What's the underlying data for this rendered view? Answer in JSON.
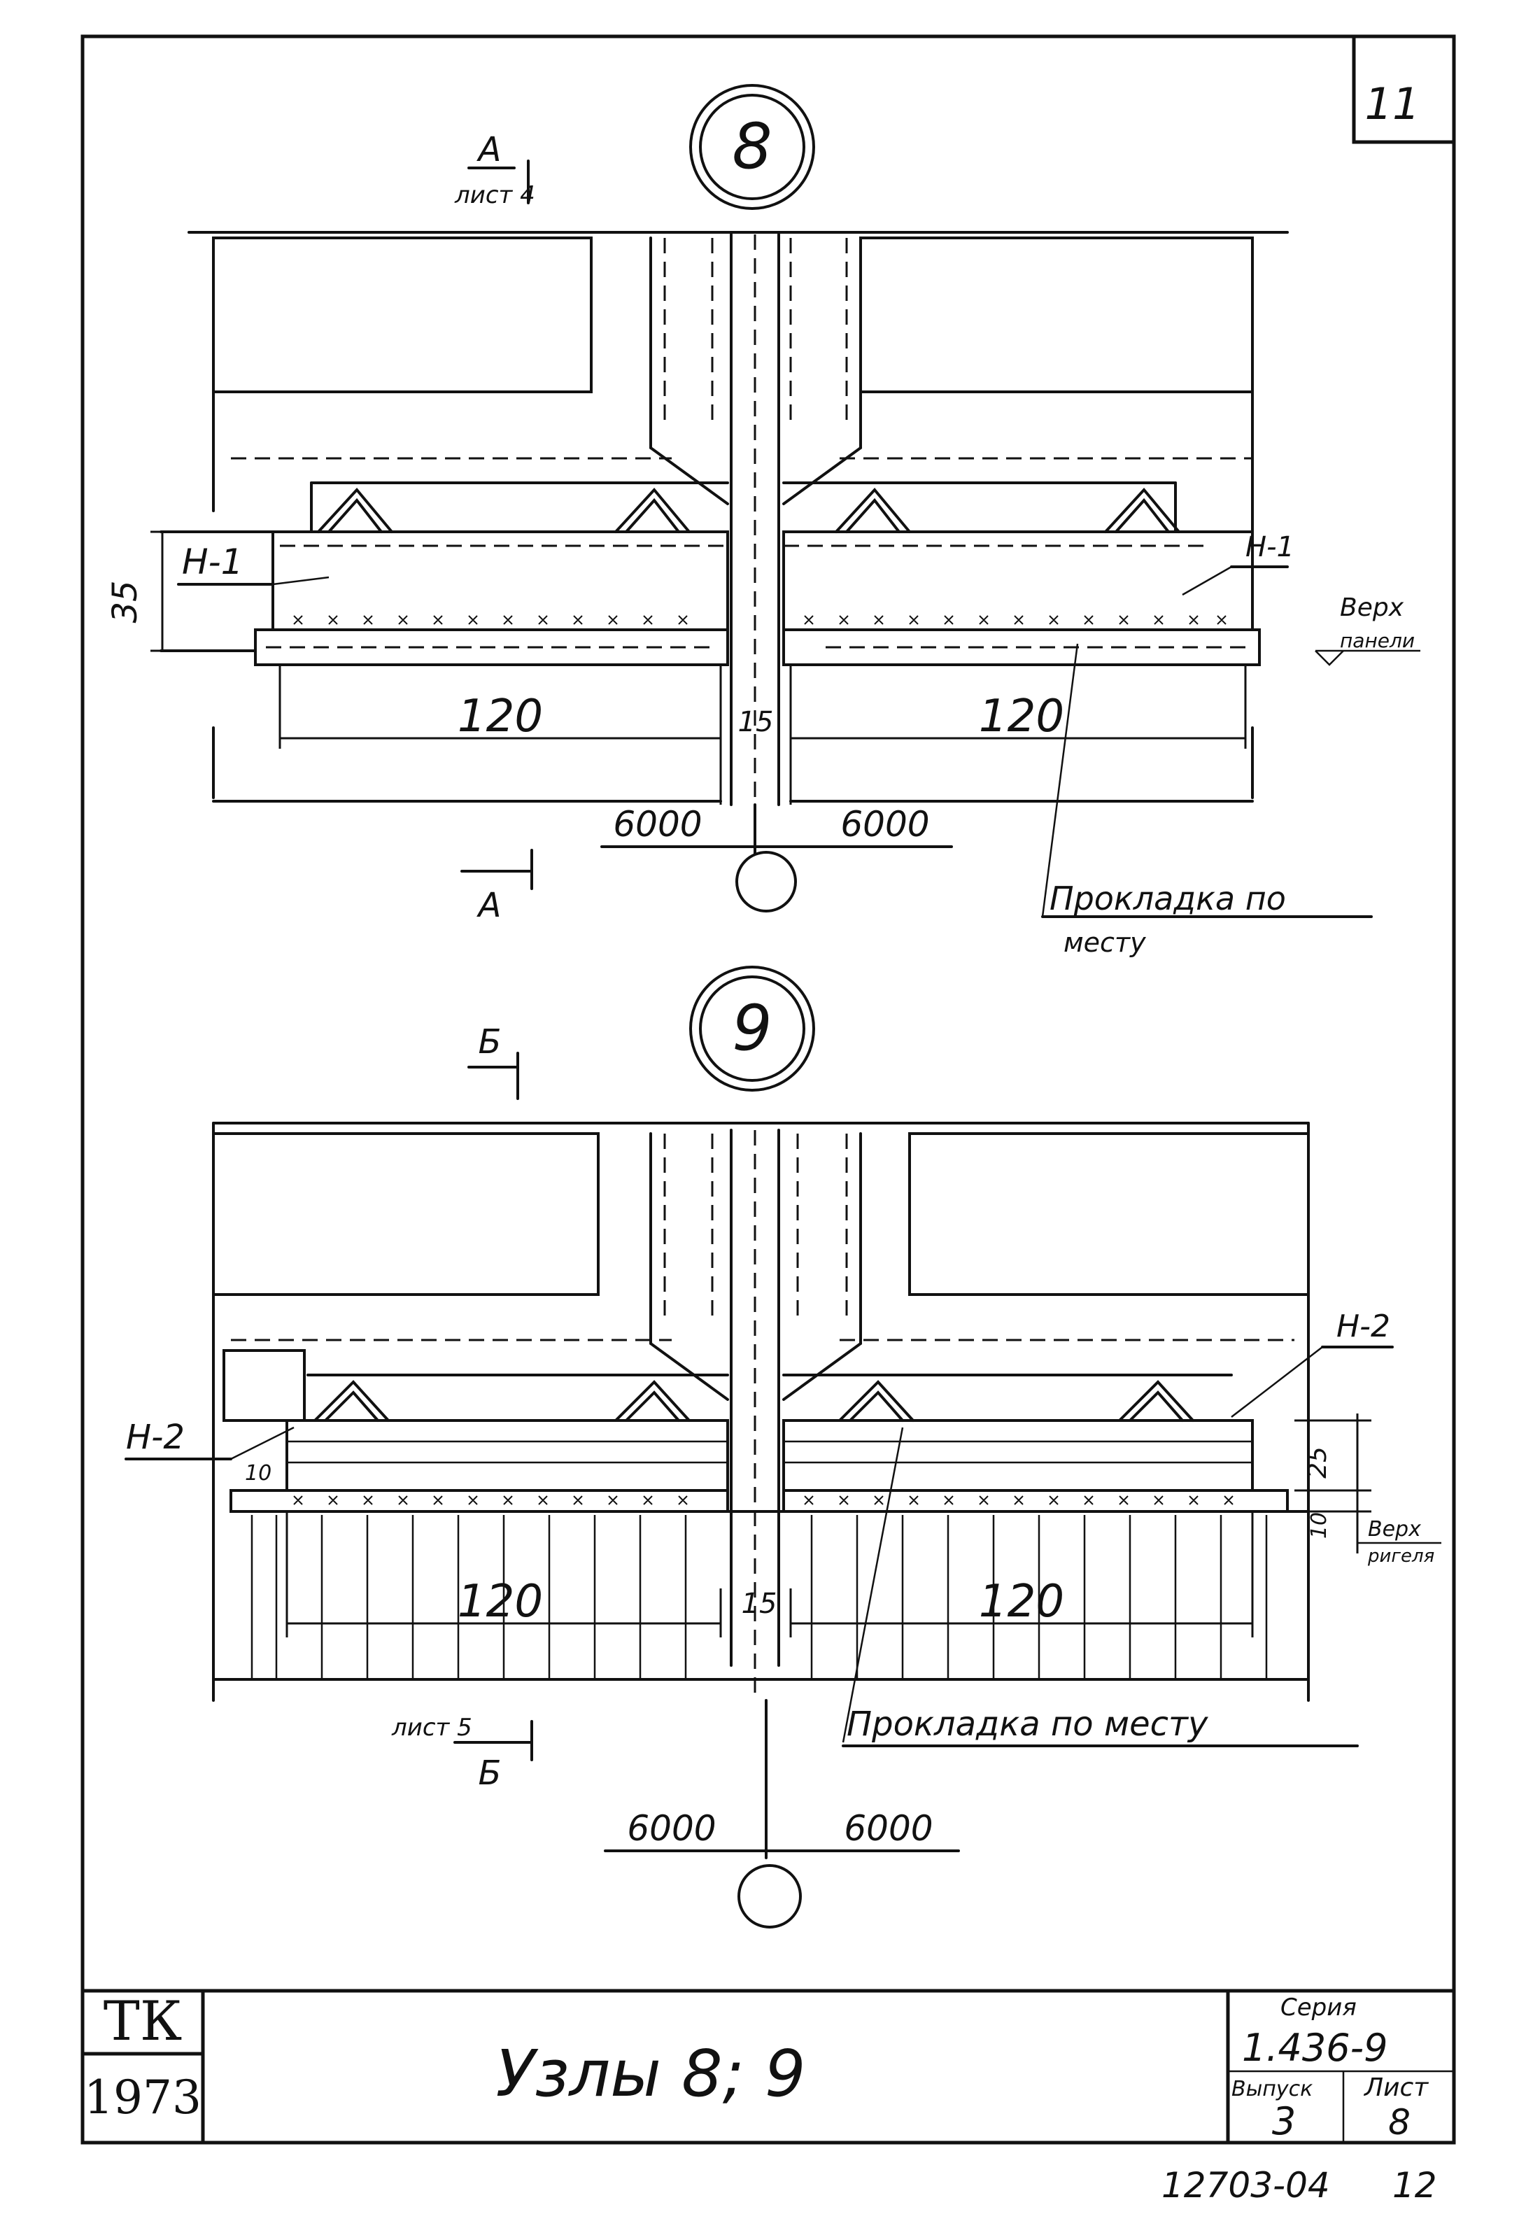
{
  "sheet_corner_number": "11",
  "node8": {
    "bubble": "8",
    "section_top": {
      "letter": "А",
      "ref": "лист 4"
    },
    "section_bottom": {
      "letter": "А"
    },
    "label_left": "Н-1",
    "label_right": "Н-1",
    "dim_height": "35",
    "dim_left": "120",
    "dim_center": "15",
    "dim_right": "120",
    "axis_left": "6000",
    "axis_right": "6000",
    "top_label_line1": "Верх",
    "top_label_line2": "панели",
    "note_line1": "Прокладка по",
    "note_line2": "месту"
  },
  "node9": {
    "bubble": "9",
    "section_top": {
      "letter": "Б"
    },
    "section_bottom": {
      "letter": "Б",
      "ref": "лист 5"
    },
    "label_left": "Н-2",
    "label_right": "Н-2",
    "dim_small_left": "10",
    "dim_right_a": "25",
    "dim_right_b": "10",
    "dim_left": "120",
    "dim_center": "15",
    "dim_right": "120",
    "axis_left": "6000",
    "axis_right": "6000",
    "top_label_line1": "Верх",
    "top_label_line2": "ригеля",
    "note": "Прокладка по месту"
  },
  "title_block": {
    "org": "ТК",
    "year": "1973",
    "title": "Узлы 8; 9",
    "series_label": "Серия",
    "series_value": "1.436-9",
    "issue_label": "Выпуск",
    "issue_value": "3",
    "sheet_label": "Лист",
    "sheet_value": "8"
  },
  "footer": {
    "doc_number": "12703-04",
    "page": "12"
  }
}
